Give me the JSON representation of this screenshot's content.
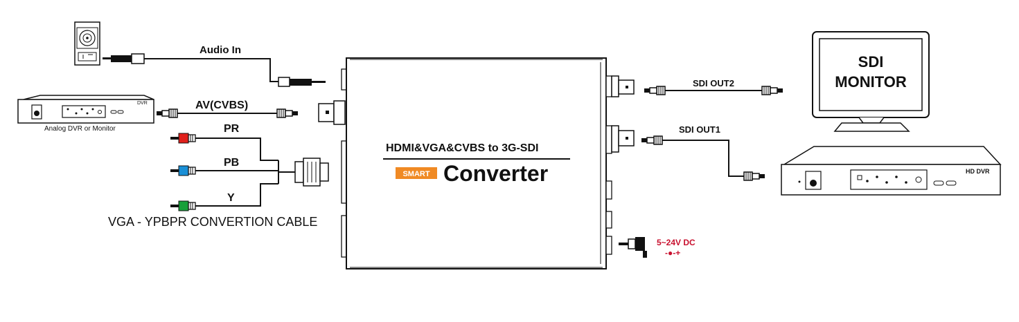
{
  "converter": {
    "title": "HDMI&VGA&CVBS to 3G-SDI",
    "badge": "SMART",
    "name": "Converter"
  },
  "inputs": {
    "audio_label": "Audio In",
    "cvbs_label": "AV(CVBS)",
    "dvr_device_tag": "DVR",
    "dvr_caption": "Analog DVR or Monitor",
    "component": {
      "pr_label": "PR",
      "pb_label": "PB",
      "y_label": "Y",
      "cable_caption": "VGA - YPBPR CONVERTION CABLE"
    }
  },
  "outputs": {
    "sdi_out2_label": "SDI OUT2",
    "sdi_out1_label": "SDI OUT1",
    "monitor_line1": "SDI",
    "monitor_line2": "MONITOR",
    "hd_dvr_tag": "HD DVR"
  },
  "power": {
    "label": "5~24V DC",
    "polarity": "-●-+"
  },
  "colors": {
    "line": "#111111",
    "badge": "#f08a24",
    "pr": "#e0201b",
    "pb": "#1a8fd6",
    "y": "#17a03a",
    "power_text": "#c8102e"
  },
  "icons": [
    "cd-player-icon",
    "bnc-connector-icon",
    "rca-plug-icon",
    "vga-plug-icon",
    "dc-power-plug-icon"
  ]
}
